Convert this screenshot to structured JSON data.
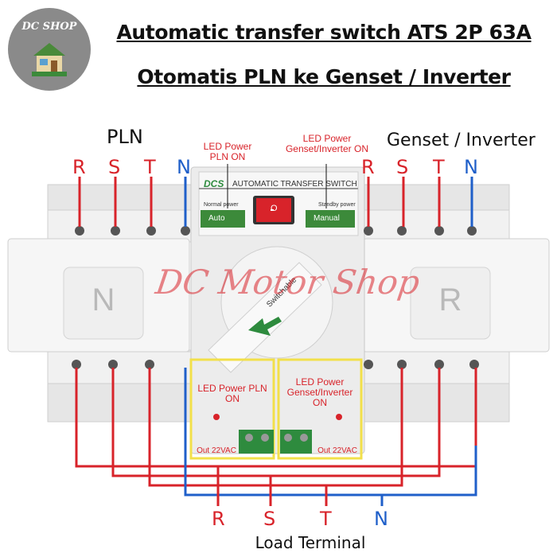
{
  "logo": {
    "text": "DC SHOP"
  },
  "title": {
    "line1": "Automatic transfer switch ATS 2P 63A",
    "line2": "Otomatis PLN ke Genset / Inverter"
  },
  "side_labels": {
    "left": "PLN",
    "right": "Genset / Inverter"
  },
  "top_left_phases": [
    "R",
    "S",
    "T",
    "N"
  ],
  "top_right_phases": [
    "R",
    "S",
    "T",
    "N"
  ],
  "bottom_phases": [
    "R",
    "S",
    "T",
    "N"
  ],
  "bottom_label": "Load Terminal",
  "callouts": {
    "led_pln_top": "LED Power PLN ON",
    "led_genset_top": "LED Power Genset/Inverter ON",
    "led_pln_box": "LED Power PLN ON",
    "led_genset_box": "LED Power Genset/Inverter ON",
    "out_left": "Out 22VAC",
    "out_right": "Out 22VAC"
  },
  "device": {
    "brand": "DCS",
    "name": "AUTOMATIC TRANSFER SWITCH",
    "normal_power": "Normal power",
    "standby_power": "Standby power",
    "mode_auto": "Auto",
    "mode_manual": "Manual",
    "rocker_mark": "O",
    "handle_text": "Switchable",
    "left_module": "N",
    "right_module": "R"
  },
  "watermark": "DC Motor Shop",
  "colors": {
    "phase_wire": "#d8232a",
    "neutral_wire": "#1f5fc9",
    "callout_box": "#f2e04a",
    "device_body": "#e9e9e9",
    "rocker": "#d8232a",
    "terminal_block": "#2e8b3e"
  }
}
